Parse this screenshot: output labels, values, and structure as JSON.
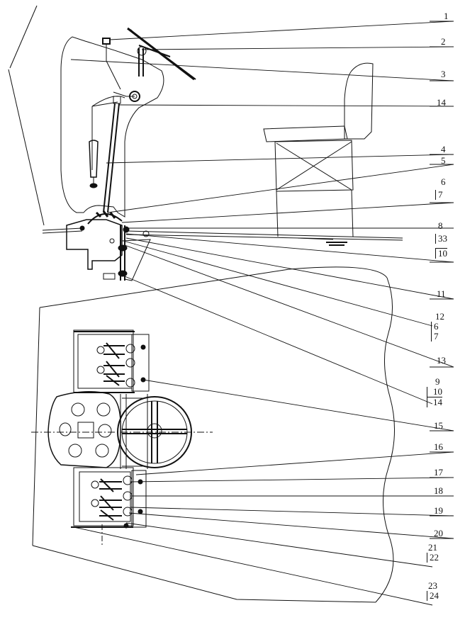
{
  "colors": {
    "ink": "#111111",
    "paper": "#ffffff"
  },
  "labels": {
    "l1": "1",
    "l2": "2",
    "l3": "3",
    "l14": "14",
    "l4": "4",
    "l5": "5",
    "l6": "6",
    "l7": "7",
    "l8a": "8",
    "l8b": "33",
    "l8c": "10",
    "l11": "11",
    "l12a": "12",
    "l12b": "6",
    "l12c": "7",
    "l13": "13",
    "l9a": "9",
    "l9b": "10",
    "l9c": "14",
    "l15": "15",
    "l16": "16",
    "l17": "17",
    "l18": "18",
    "l19": "19",
    "l20": "20",
    "l21a": "21",
    "l21b": "22",
    "l23a": "23",
    "l23b": "24"
  }
}
